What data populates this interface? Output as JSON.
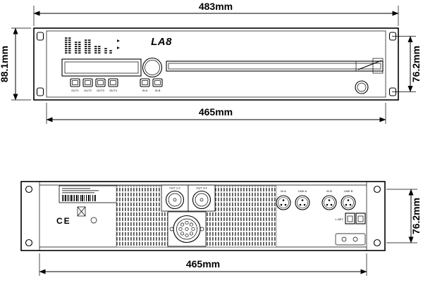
{
  "front_view": {
    "dim_top": "483mm",
    "dim_left": "88.1mm",
    "dim_right": "76.2mm",
    "dim_bottom": "465mm",
    "logo": "LA8",
    "out_buttons": [
      "OUT1",
      "OUT2",
      "OUT3",
      "OUT4"
    ],
    "in_buttons": [
      "IN A",
      "IN B"
    ]
  },
  "rear_view": {
    "dim_right": "76.2mm",
    "dim_bottom": "465mm",
    "ce_mark": "CE",
    "speakon_labels": [
      "OUT 1-2",
      "OUT 3-4"
    ],
    "xlr_labels": [
      "IN A",
      "LINK A",
      "IN B",
      "LINK B"
    ],
    "network_label": "L-NET"
  }
}
